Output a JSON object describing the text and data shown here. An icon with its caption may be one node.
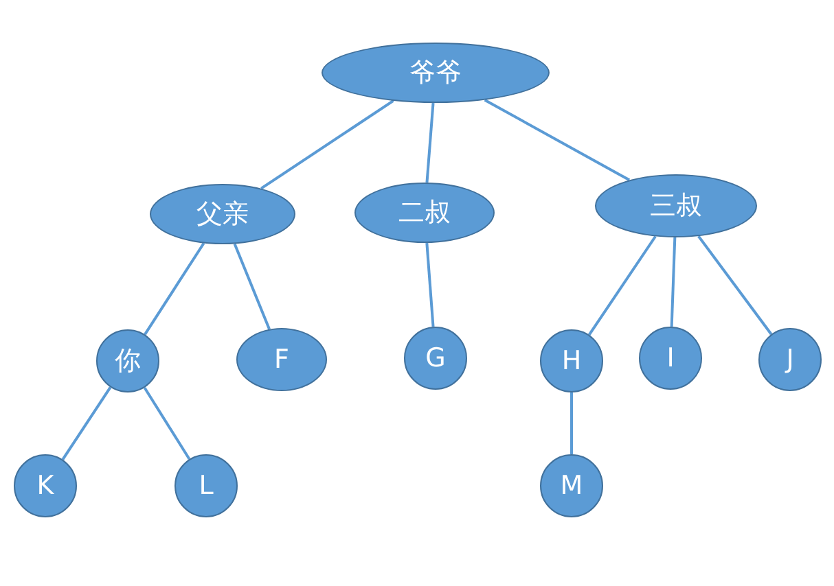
{
  "diagram": {
    "nodes": [
      {
        "text": [
          "爷爷"
        ]
      },
      {
        "text": [
          "父亲"
        ]
      },
      {
        "text": [
          "二叔"
        ]
      },
      {
        "text": [
          "三叔"
        ]
      },
      {
        "text": [
          "你"
        ]
      },
      {
        "text": [
          "F"
        ]
      },
      {
        "text": [
          "G"
        ]
      },
      {
        "text": [
          "H"
        ]
      },
      {
        "text": [
          "I"
        ]
      },
      {
        "text": [
          "J"
        ]
      },
      {
        "text": [
          "K"
        ]
      },
      {
        "text": [
          "L"
        ]
      },
      {
        "text": [
          "M"
        ]
      }
    ],
    "edges": [
      {
        "from": 0,
        "to": 1,
        "arrow": "none"
      },
      {
        "from": 0,
        "to": 2,
        "arrow": "none"
      },
      {
        "from": 0,
        "to": 3,
        "arrow": "none"
      },
      {
        "from": 1,
        "to": 4,
        "arrow": "none"
      },
      {
        "from": 1,
        "to": 5,
        "arrow": "none"
      },
      {
        "from": 2,
        "to": 6,
        "arrow": "none"
      },
      {
        "from": 3,
        "to": 7,
        "arrow": "none"
      },
      {
        "from": 3,
        "to": 8,
        "arrow": "none"
      },
      {
        "from": 3,
        "to": 9,
        "arrow": "none"
      },
      {
        "from": 4,
        "to": 10,
        "arrow": "none"
      },
      {
        "from": 4,
        "to": 11,
        "arrow": "none"
      },
      {
        "from": 7,
        "to": 12,
        "arrow": "none"
      }
    ]
  }
}
